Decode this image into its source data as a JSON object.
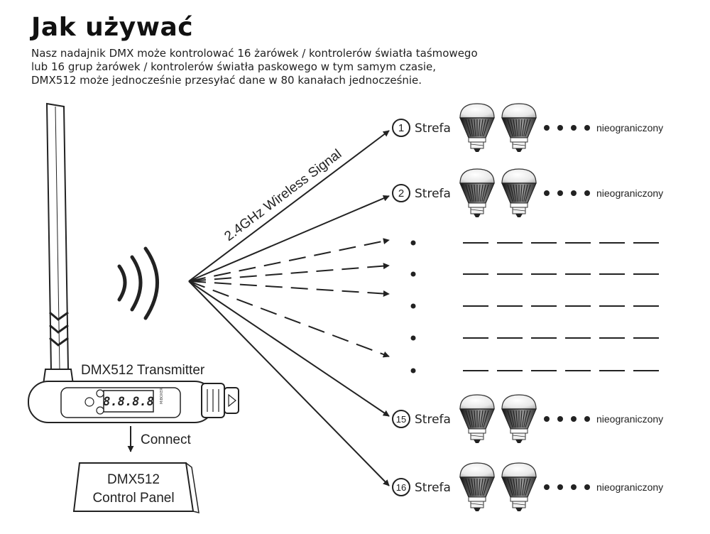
{
  "heading": {
    "title": "Jak używać",
    "lines": [
      "Nasz nadajnik DMX może kontrolować 16 żarówek / kontrolerów światła taśmowego",
      "lub 16 grup żarówek / kontrolerów światła paskowego w tym samym czasie,",
      "DMX512 może jednocześnie przesyłać dane w 80 kanałach jednocześnie."
    ]
  },
  "transmitter": {
    "label": "DMX512 Transmitter",
    "display": "8.8.8.8",
    "small_label": "MiBOXER"
  },
  "connection": {
    "label": "Connect"
  },
  "control_panel": {
    "line1": "DMX512",
    "line2": "Control Panel"
  },
  "signal": {
    "label": "2.4GHz Wireless Signal"
  },
  "zones": [
    {
      "number": "1",
      "label": "Strefa",
      "unlimited": "nieograniczony"
    },
    {
      "number": "2",
      "label": "Strefa",
      "unlimited": "nieograniczony"
    },
    {
      "number": "15",
      "label": "Strefa",
      "unlimited": "nieograniczony"
    },
    {
      "number": "16",
      "label": "Strefa",
      "unlimited": "nieograniczony"
    }
  ],
  "colors": {
    "ink": "#222222",
    "background": "#ffffff"
  }
}
